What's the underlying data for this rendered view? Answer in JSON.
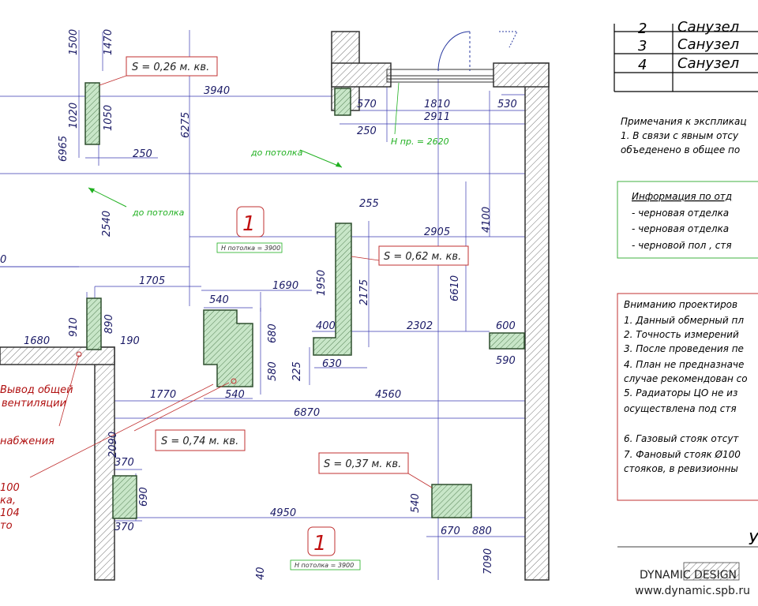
{
  "table": {
    "rows": [
      {
        "num": "2",
        "name": "Санузел"
      },
      {
        "num": "3",
        "name": "Санузел"
      },
      {
        "num": "4",
        "name": "Санузел"
      }
    ]
  },
  "notes": {
    "title": "Примечания к экспликац",
    "line1": "1. В связи с явным отсу",
    "line2": "объеденено в общее по"
  },
  "info": {
    "title": "Информация по отд",
    "items": [
      "- черновая отделка",
      "- черновая отделка",
      "- черновой пол , стя"
    ]
  },
  "warning": {
    "title": "Вниманию проектиров",
    "items": [
      "1. Данный обмерный пл",
      "2. Точность измерений",
      "3. После проведения пе",
      "4. План не предназначе",
      "случае рекомендован со",
      "5. Радиаторы ЦО не из",
      "осуществлена под стя",
      "6. Газовый стояк отсут",
      "7. Фановый стояк  Ø100",
      "стояков, в ревизионны"
    ]
  },
  "stamp": {
    "letter": "У",
    "company": "DYNAMIC DESIGN",
    "url": "www.dynamic.spb.ru"
  },
  "areas": {
    "a1": "S = 0,26 м. кв.",
    "a2": "S = 0,62 м. кв.",
    "a3": "S = 0,74 м. кв.",
    "a4": "S = 0,37 м. кв."
  },
  "rooms": {
    "room1_top": "1",
    "room1_bottom": "1",
    "ceiling1": "H потолка  = 3900",
    "ceiling2": "H потолка  = 3900"
  },
  "green_labels": {
    "to_ceiling_1": "до потолка",
    "to_ceiling_2": "до потолка",
    "h_pr": "H пр. =  2620"
  },
  "red_notes": {
    "vent1": "Вывод общей",
    "vent2": "вентиляции",
    "supply": "набжения",
    "riser1": "100",
    "riser2": "ка,",
    "riser3": "104",
    "riser4": "то"
  },
  "dims_h": {
    "d3940": "3940",
    "d250a": "250",
    "d570": "570",
    "d1810": "1810",
    "d530": "530",
    "d2911": "2911",
    "d250b": "250",
    "d255": "255",
    "d2905": "2905",
    "d1705": "1705",
    "d540a": "540",
    "d1690": "1690",
    "d1680": "1680",
    "d190": "190",
    "d400": "400",
    "d2302": "2302",
    "d600": "600",
    "d630": "630",
    "d590": "590",
    "d1770": "1770",
    "d540b": "540",
    "d4560": "4560",
    "d6870": "6870",
    "d370a": "370",
    "d370b": "370",
    "d4950": "4950",
    "d670": "670",
    "d880": "880",
    "d0": "0"
  },
  "dims_v": {
    "d1500": "1500",
    "d1470": "1470",
    "d1020": "1020",
    "d1050": "1050",
    "d6965": "6965",
    "d6275": "6275",
    "d2540": "2540",
    "d4100": "4100",
    "d1950": "1950",
    "d2175": "2175",
    "d6610": "6610",
    "d910": "910",
    "d890": "890",
    "d680": "680",
    "d580": "580",
    "d225": "225",
    "d2090": "2090",
    "d690": "690",
    "d540": "540",
    "d7090": "7090",
    "d40": "40"
  }
}
